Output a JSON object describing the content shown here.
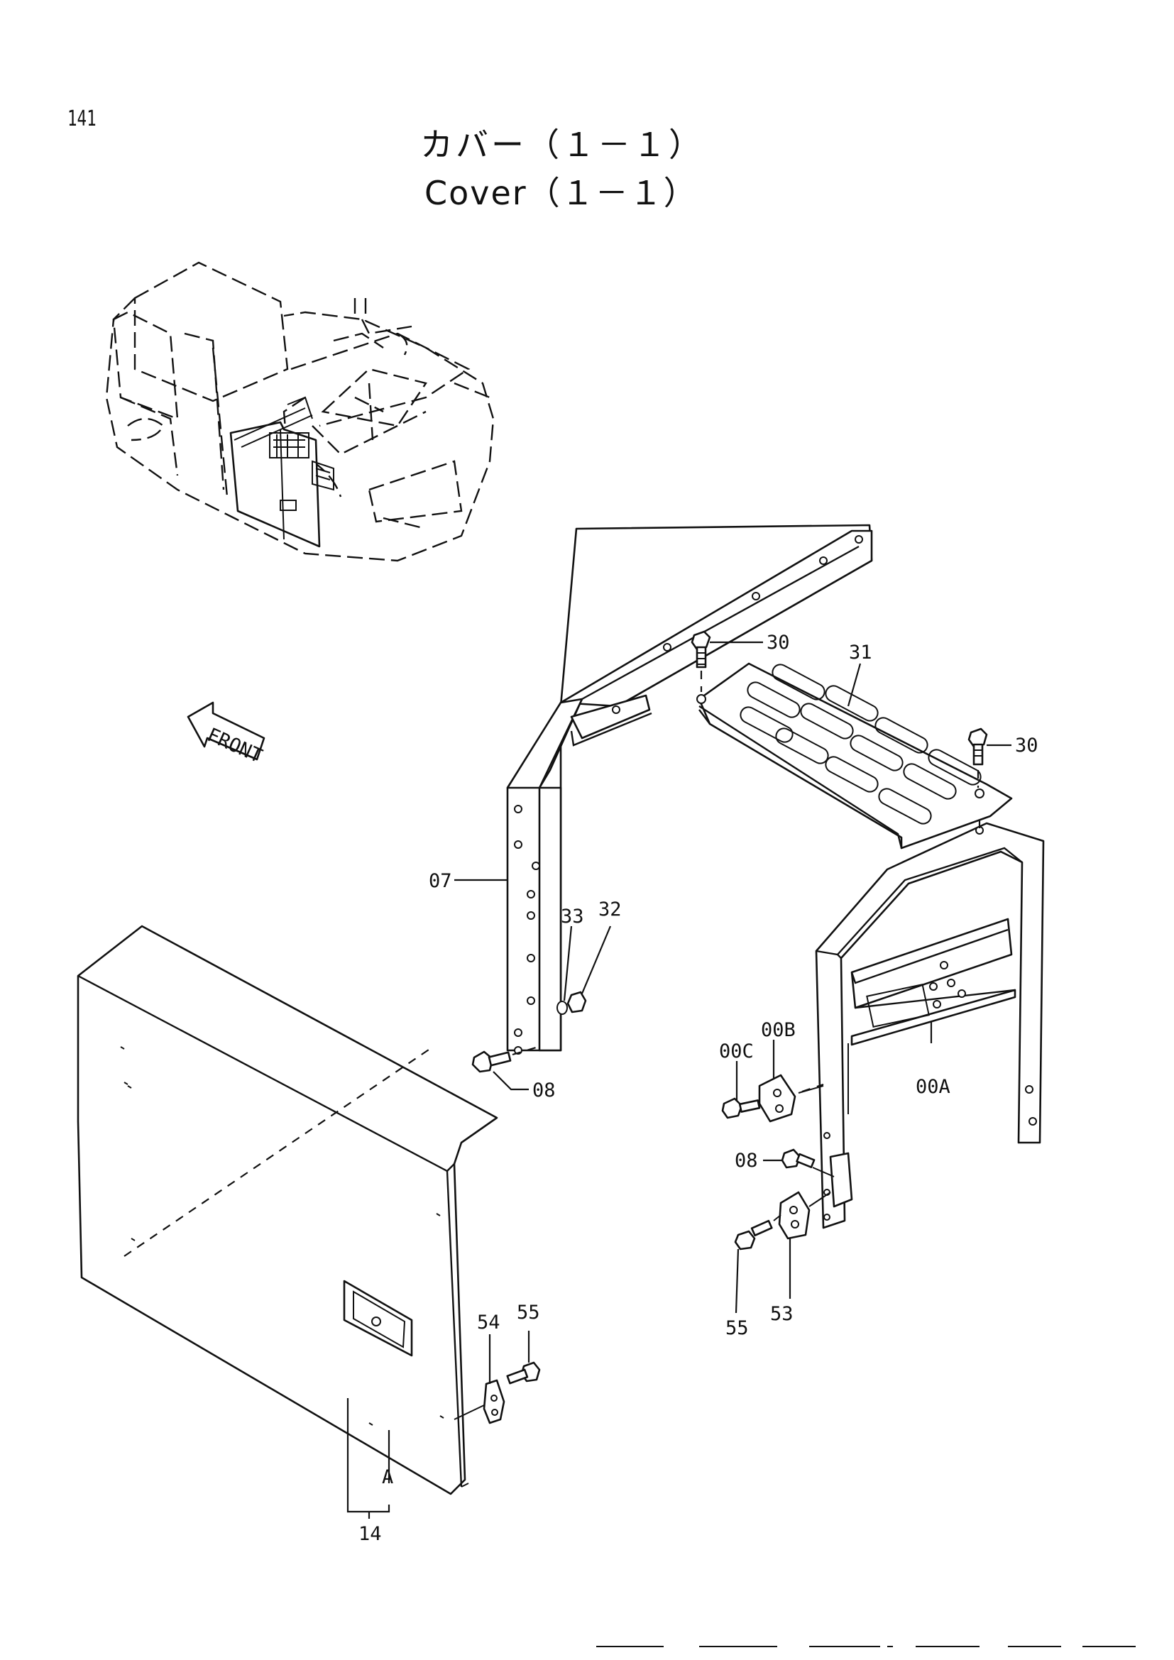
{
  "page_number": "141",
  "title_jp": "カバー（１－１）",
  "title_en": "Cover（１－１）",
  "front_marker": "FRONT",
  "callouts": {
    "c30a": "30",
    "c30b": "30",
    "c31": "31",
    "c07": "07",
    "c33": "33",
    "c32": "32",
    "c08a": "08",
    "c00B": "00B",
    "c00C": "00C",
    "c00A": "00A",
    "c08b": "08",
    "c53": "53",
    "c55a": "55",
    "c54": "54",
    "c55b": "55",
    "cA": "A",
    "c14": "14"
  }
}
